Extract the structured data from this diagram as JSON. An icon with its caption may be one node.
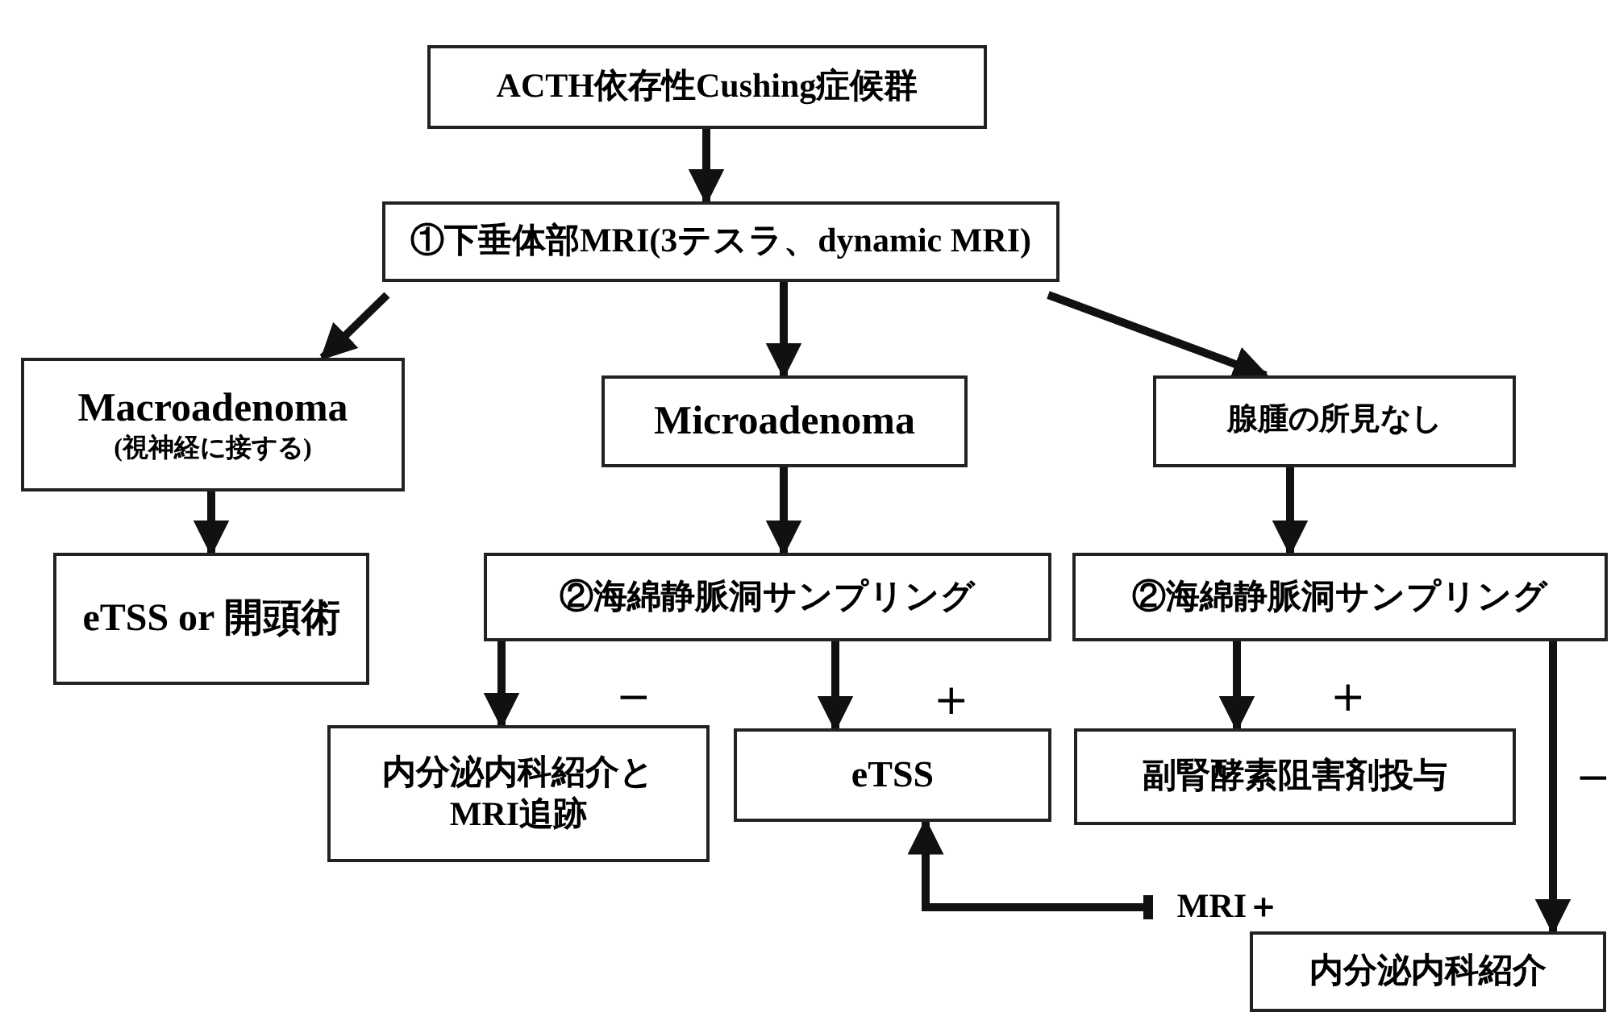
{
  "diagram": {
    "nodes": [
      {
        "text": [
          "ACTH依存性Cushing症候群"
        ]
      },
      {
        "text": [
          "①下垂体部MRI(3テスラ、dynamic MRI)"
        ]
      },
      {
        "text": [
          "Macroadenoma",
          "(視神経に接する)"
        ]
      },
      {
        "text": [
          "Microadenoma"
        ]
      },
      {
        "text": [
          "腺腫の所見なし"
        ]
      },
      {
        "text": [
          "eTSS or 開頭術"
        ]
      },
      {
        "text": [
          "②海綿静脈洞サンプリング"
        ]
      },
      {
        "text": [
          "②海綿静脈洞サンプリング"
        ]
      },
      {
        "text": [
          "内分泌内科紹介とMRI追跡"
        ]
      },
      {
        "text": [
          "eTSS"
        ]
      },
      {
        "text": [
          "副腎酵素阻害剤投与"
        ]
      },
      {
        "text": [
          "MRI＋"
        ]
      },
      {
        "text": [
          "内分泌内科紹介"
        ]
      }
    ],
    "edges": [
      {
        "from": 0,
        "to": 1,
        "arrow": "to"
      },
      {
        "from": 1,
        "to": 2,
        "arrow": "to"
      },
      {
        "from": 1,
        "to": 3,
        "arrow": "to"
      },
      {
        "from": 1,
        "to": 4,
        "arrow": "to"
      },
      {
        "from": 2,
        "to": 5,
        "arrow": "to"
      },
      {
        "from": 3,
        "to": 6,
        "arrow": "to"
      },
      {
        "from": 4,
        "to": 7,
        "arrow": "to"
      },
      {
        "from": 6,
        "to": 8,
        "label": "−",
        "arrow": "to"
      },
      {
        "from": 6,
        "to": 9,
        "label": "+",
        "arrow": "to"
      },
      {
        "from": 7,
        "to": 10,
        "label": "+",
        "arrow": "to"
      },
      {
        "from": 7,
        "to": 12,
        "label": "−",
        "arrow": "to"
      },
      {
        "from": 11,
        "to": 9,
        "arrow": "to"
      }
    ]
  }
}
